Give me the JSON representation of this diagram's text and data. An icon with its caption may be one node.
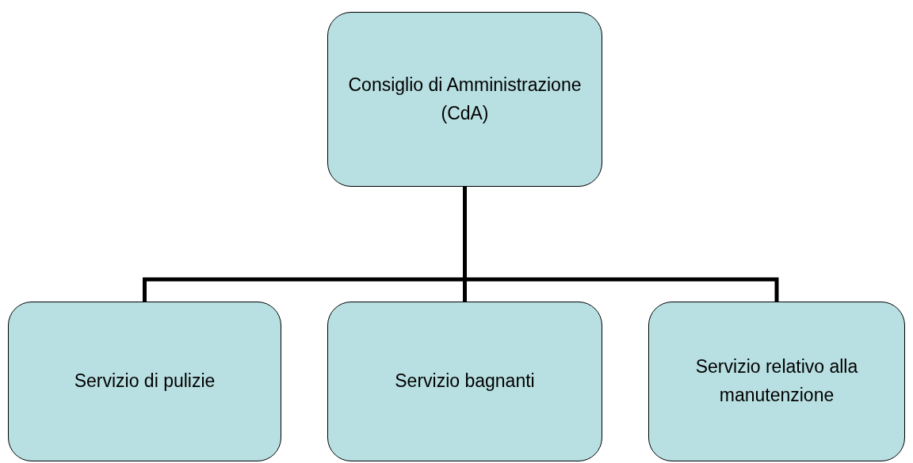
{
  "diagram": {
    "nodes": [
      {
        "text": [
          "Consiglio di Amministrazione (CdA)"
        ]
      },
      {
        "text": [
          "Servizio di pulizie"
        ]
      },
      {
        "text": [
          "Servizio bagnanti"
        ]
      },
      {
        "text": [
          "Servizio relativo alla manutenzione"
        ]
      }
    ],
    "edges": [
      {
        "from": 0,
        "to": 1,
        "arrow": "none"
      },
      {
        "from": 0,
        "to": 2,
        "arrow": "none"
      },
      {
        "from": 0,
        "to": 3,
        "arrow": "none"
      }
    ]
  }
}
